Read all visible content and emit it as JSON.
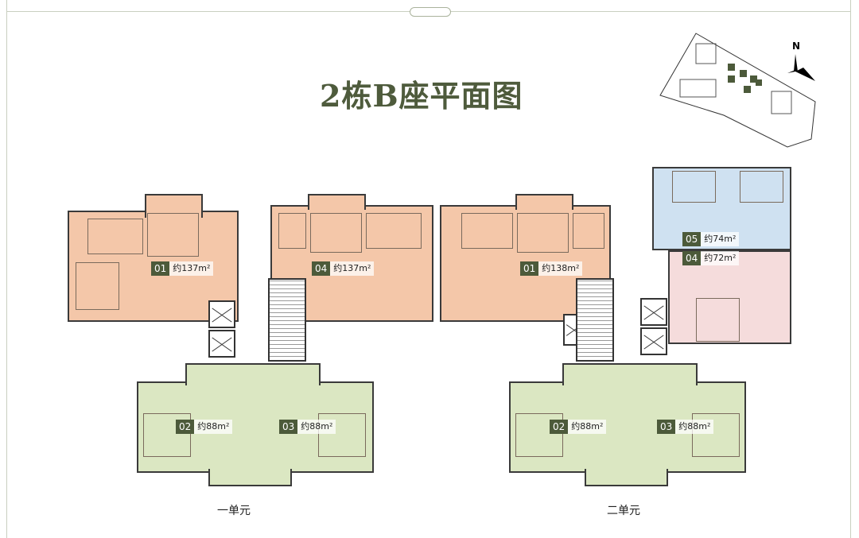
{
  "title": "2栋B座平面图",
  "compass": {
    "north_label": "N"
  },
  "units": [
    {
      "number": "01",
      "area": "约137m²",
      "color": "#f4c7a9"
    },
    {
      "number": "04",
      "area": "约137m²",
      "color": "#f4c7a9"
    },
    {
      "number": "01",
      "area": "约138m²",
      "color": "#f4c7a9"
    },
    {
      "number": "05",
      "area": "约74m²",
      "color": "#cfe1f1"
    },
    {
      "number": "04",
      "area": "约72m²",
      "color": "#f5dcdc"
    },
    {
      "number": "02",
      "area": "约88m²",
      "color": "#dbe7c2"
    },
    {
      "number": "03",
      "area": "约88m²",
      "color": "#dbe7c2"
    },
    {
      "number": "02",
      "area": "约88m²",
      "color": "#dbe7c2"
    },
    {
      "number": "03",
      "area": "约88m²",
      "color": "#dbe7c2"
    }
  ],
  "sections": [
    "一单元",
    "二单元"
  ],
  "colors": {
    "title": "#4e5b3c",
    "tag": "#4c5a3a"
  }
}
